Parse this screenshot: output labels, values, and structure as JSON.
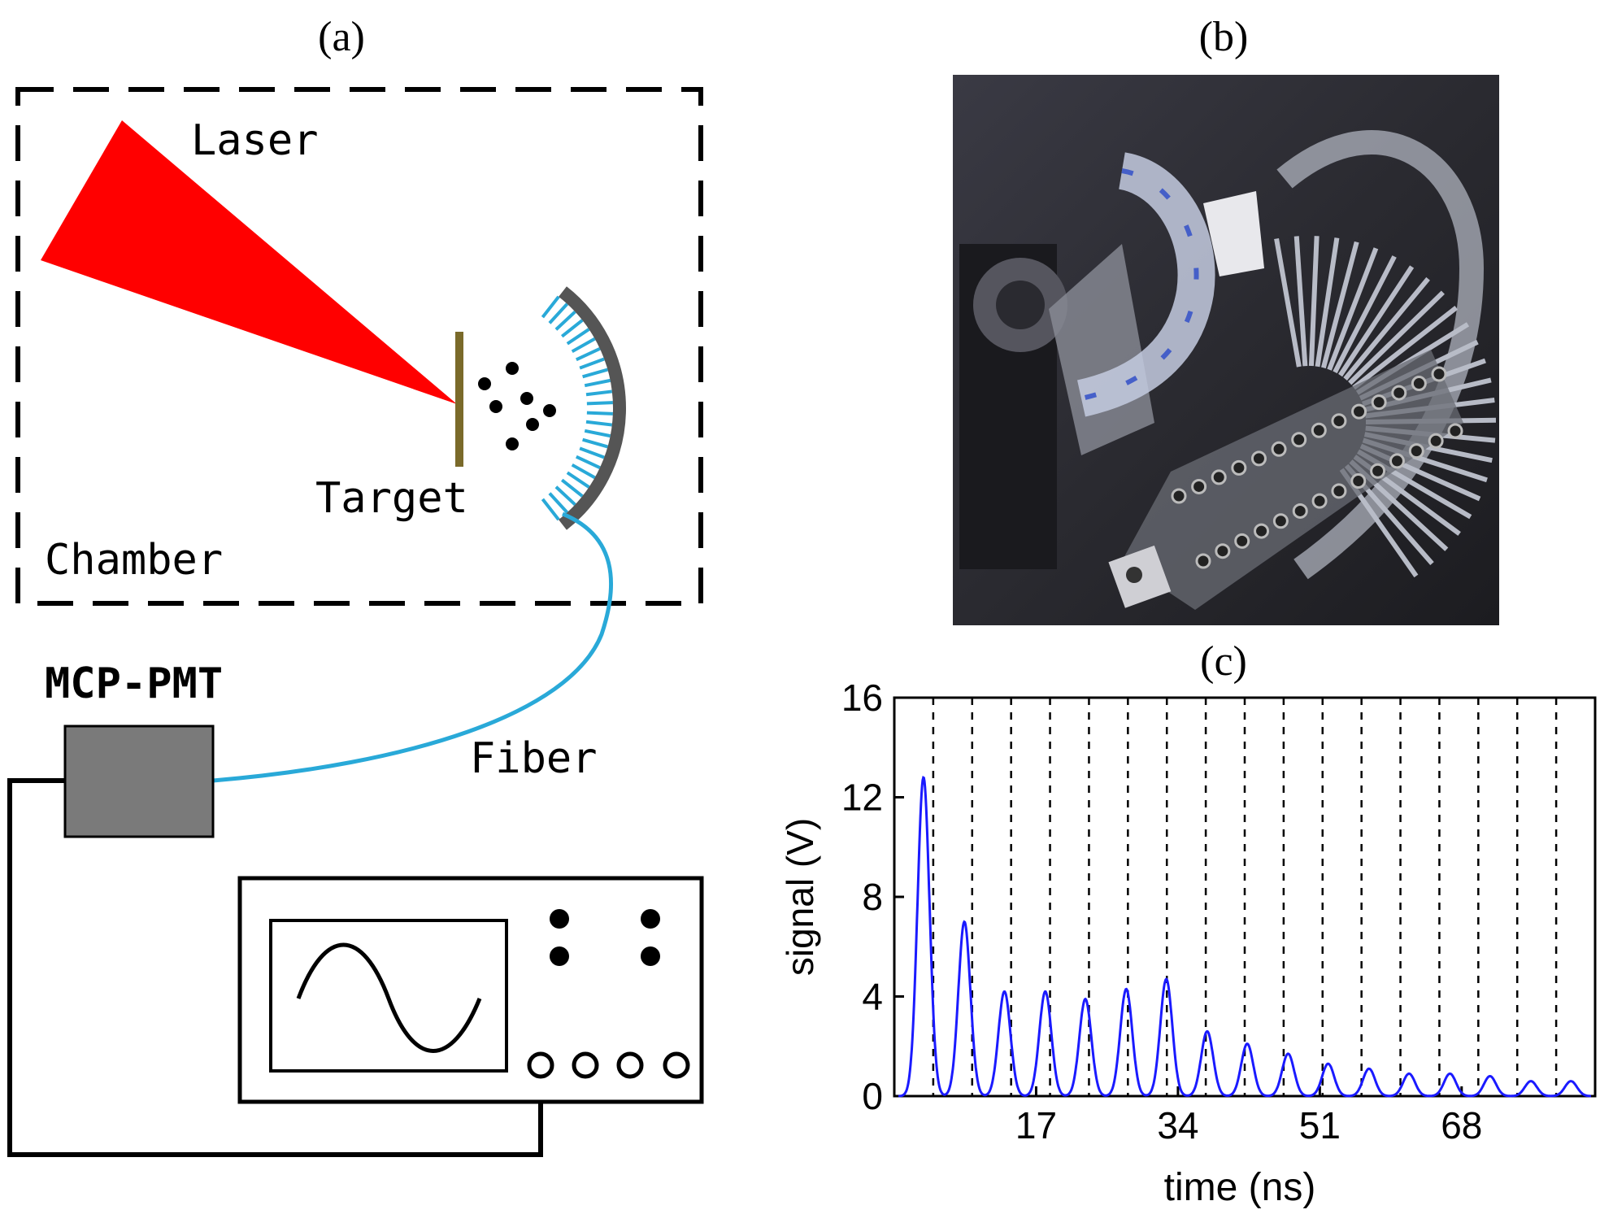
{
  "panels": {
    "a": {
      "label": "(a)"
    },
    "b": {
      "label": "(b)"
    },
    "c": {
      "label": "(c)"
    }
  },
  "setup": {
    "laser": "Laser",
    "target": "Target",
    "chamber": "Chamber",
    "mcp_pmt": "MCP-PMT",
    "fiber": "Fiber"
  },
  "colors": {
    "laser": "#ff0000",
    "fiber": "#29a9d8",
    "target": "#7a6a2a",
    "detector": "#555555",
    "pmt_box": "#7a7a7a",
    "signal": "#1a1aff"
  },
  "chart_data": {
    "type": "line",
    "title": "",
    "xlabel": "time (ns)",
    "ylabel": "signal (V)",
    "xlim": [
      0,
      84
    ],
    "ylim": [
      0,
      16
    ],
    "xticks": [
      17,
      34,
      51,
      68
    ],
    "yticks": [
      0,
      4,
      8,
      12,
      16
    ],
    "grid": "vertical dashed",
    "series": [
      {
        "peaks_x": [
          3.5,
          8.4,
          13.2,
          18.1,
          22.9,
          27.8,
          32.6,
          37.5,
          42.3,
          47.2,
          52.0,
          56.9,
          61.7,
          66.6,
          71.4,
          76.3,
          81.1
        ],
        "peaks_y": [
          12.8,
          7.0,
          4.2,
          4.2,
          3.9,
          4.3,
          4.7,
          2.6,
          2.1,
          1.7,
          1.3,
          1.1,
          0.9,
          0.9,
          0.8,
          0.6,
          0.6
        ]
      }
    ]
  }
}
